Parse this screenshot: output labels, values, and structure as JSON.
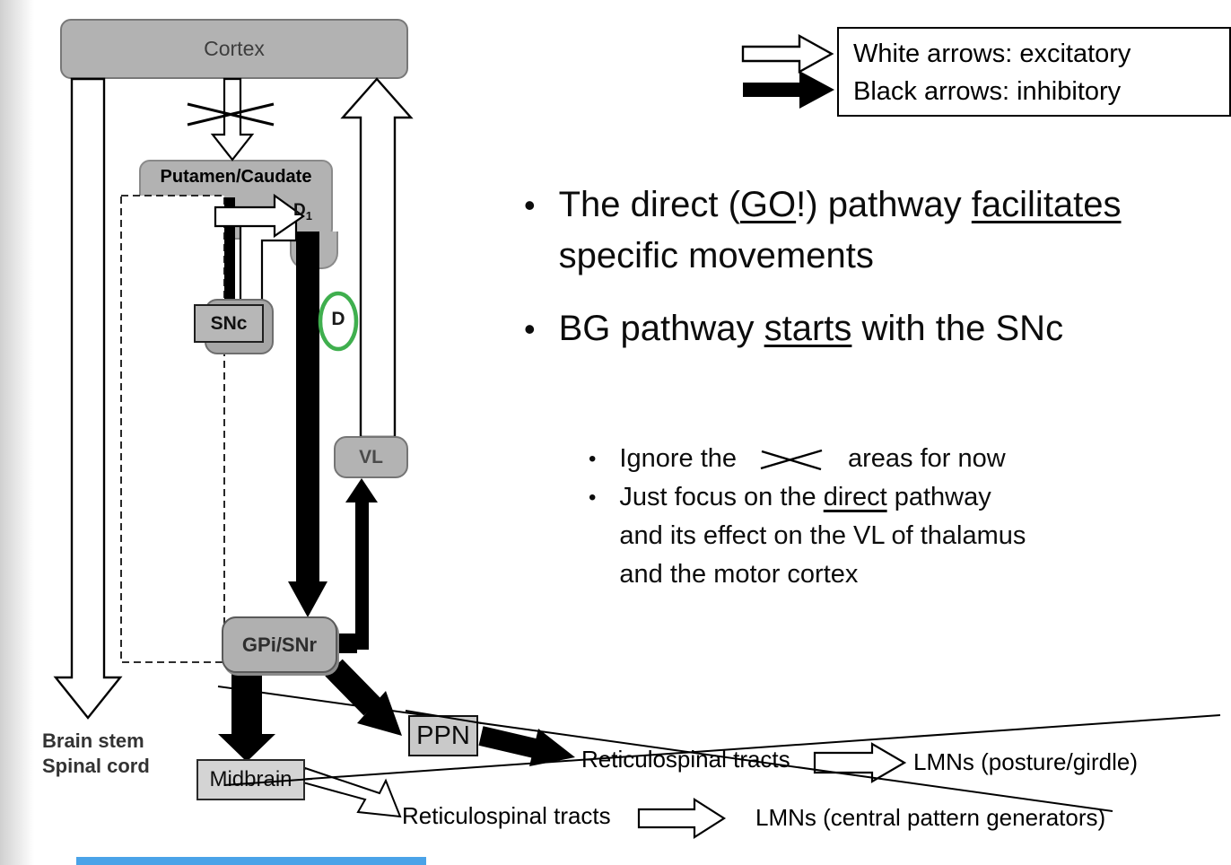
{
  "colors": {
    "box_gray": "#b2b2b2",
    "box_light_gray": "#d4d4d4",
    "green_circle": "#3faf4e",
    "blue_strip": "#4aa3e8",
    "arrow_black": "#000000",
    "arrow_white": "#ffffff"
  },
  "legend": {
    "line1": "White arrows: excitatory",
    "line2": "Black arrows: inhibitory"
  },
  "diagram": {
    "cortex": "Cortex",
    "putamen": "Putamen/Caudate",
    "d1_base": "D",
    "d1_sub": "1",
    "snc": "SNc",
    "d_circle": "D",
    "vl": "VL",
    "gpi": "GPi/SNr",
    "ppn": "PPN",
    "midbrain": "Midbrain",
    "brainstem_line1": "Brain stem",
    "brainstem_line2": "Spinal cord",
    "retic_upper": "Reticulospinal tracts",
    "retic_lower": "Reticulospinal tracts",
    "lmn_posture": "LMNs (posture/girdle)",
    "lmn_cpg": "LMNs (central pattern generators)"
  },
  "bullets": {
    "bullet_char": "•",
    "b1": {
      "pre": "The direct (",
      "u1": "GO",
      "mid": "!) pathway ",
      "u2": "facilitates",
      "line2": "specific movements"
    },
    "b2": {
      "pre": "BG pathway ",
      "u1": "starts",
      "post": " with the SNc"
    },
    "sub1": {
      "pre": "Ignore the",
      "post": "areas for now"
    },
    "sub2": {
      "pre": "Just focus on the ",
      "u1": "direct",
      "post": " pathway",
      "line2": "and its effect on the VL of thalamus",
      "line3": "and the motor cortex"
    }
  }
}
